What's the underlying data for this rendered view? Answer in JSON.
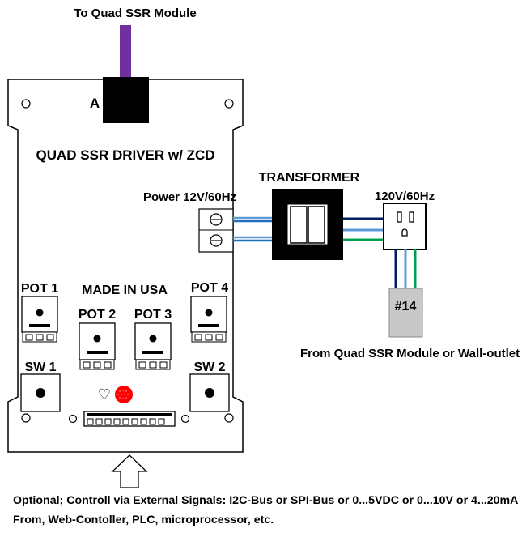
{
  "top_label": "To Quad SSR Module",
  "connector_label": "A",
  "board_title": "QUAD SSR DRIVER w/ ZCD",
  "made_in": "MADE IN USA",
  "power_label": "Power 12V/60Hz",
  "transformer_label": "TRANSFORMER",
  "outlet_label": "120V/60Hz",
  "wire_label": "#14",
  "source_label": "From Quad SSR Module or Wall-outlet",
  "pots": [
    "POT 1",
    "POT 2",
    "POT 3",
    "POT 4"
  ],
  "switches": [
    "SW 1",
    "SW 2"
  ],
  "heart_glyph": "♡",
  "footer": {
    "line1": "Optional; Controll via External Signals: I2C-Bus or SPI-Bus or 0...5VDC or 0...10V or 4...20mA",
    "line2": "From, Web-Contoller, PLC, microprocessor, etc."
  },
  "colors": {
    "cable_purple": "#7030a0",
    "wire_blue": "#1f6fc0",
    "wire_light_blue": "#5b9bd5",
    "wire_navy": "#002060",
    "wire_green": "#00a050",
    "led_red": "#ff0000",
    "wire14_gray": "#c8c8c8"
  }
}
